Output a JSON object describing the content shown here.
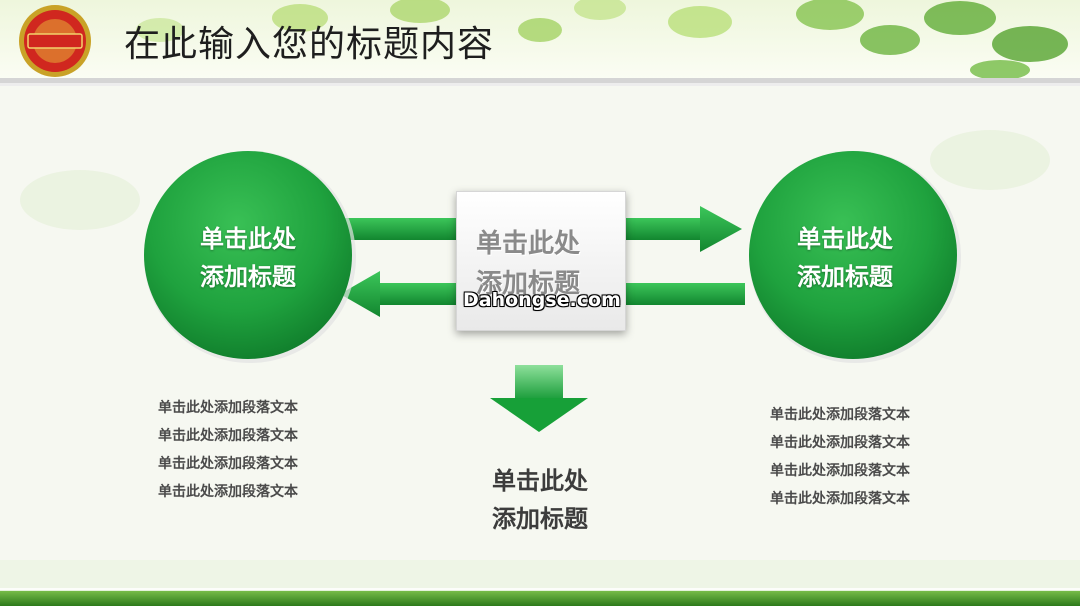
{
  "header": {
    "title": "在此输入您的标题内容"
  },
  "diagram": {
    "left_circle": {
      "line1": "单击此处",
      "line2": "添加标题"
    },
    "right_circle": {
      "line1": "单击此处",
      "line2": "添加标题"
    },
    "center_box": {
      "line1": "单击此处",
      "line2": "添加标题",
      "watermark": "Dahongse.com"
    },
    "bottom": {
      "line1": "单击此处",
      "line2": "添加标题"
    }
  },
  "left_text": [
    "单击此处添加段落文本",
    "单击此处添加段落文本",
    "单击此处添加段落文本",
    "单击此处添加段落文本"
  ],
  "right_text": [
    "单击此处添加段落文本",
    "单击此处添加段落文本",
    "单击此处添加段落文本",
    "单击此处添加段落文本"
  ],
  "colors": {
    "primary_green": "#1fa23e",
    "dark_green": "#0f7a2a",
    "background": "#f6f8f1"
  }
}
